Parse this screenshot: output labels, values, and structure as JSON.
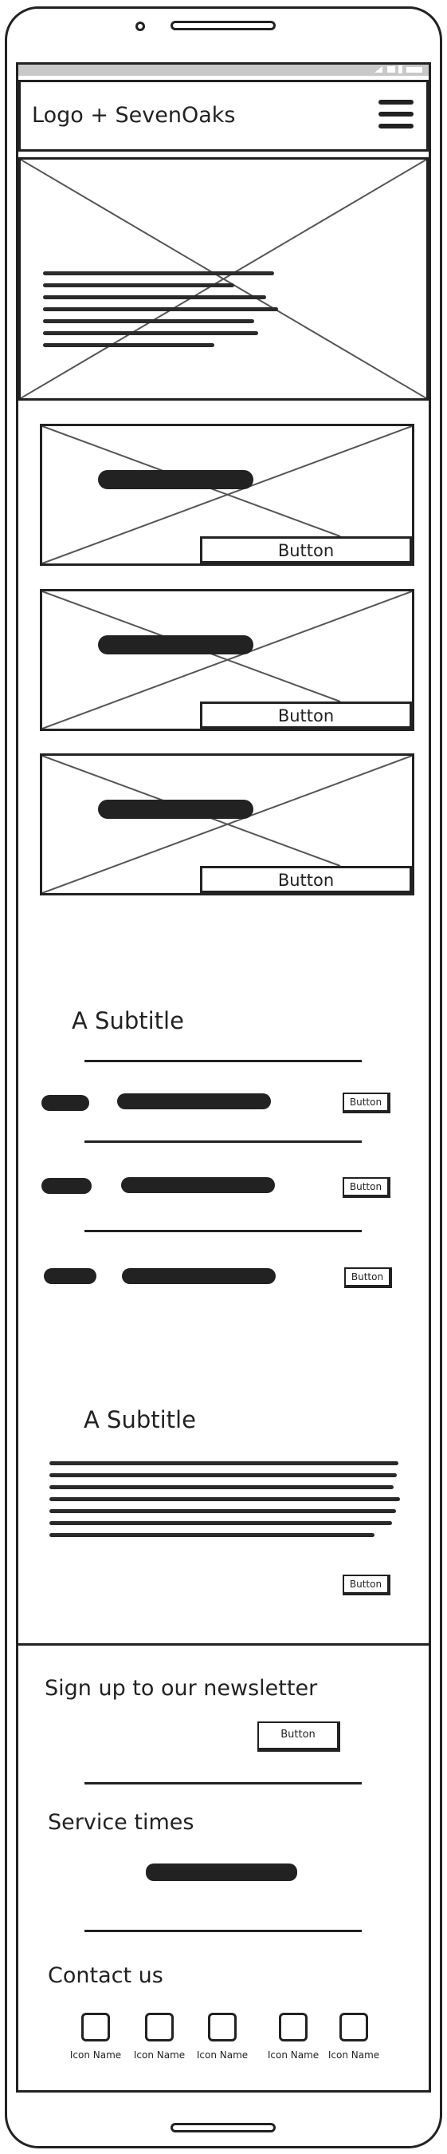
{
  "header": {
    "logo": "Logo + SevenOaks"
  },
  "cards": [
    {
      "button_label": "Button"
    },
    {
      "button_label": "Button"
    },
    {
      "button_label": "Button"
    }
  ],
  "section1": {
    "subtitle": "A Subtitle",
    "rows": [
      {
        "button_label": "Button"
      },
      {
        "button_label": "Button"
      },
      {
        "button_label": "Button"
      }
    ]
  },
  "section2": {
    "subtitle": "A Subtitle",
    "button_label": "Button"
  },
  "footer": {
    "newsletter_title": "Sign up to our newsletter",
    "newsletter_button": "Button",
    "service_title": "Service times",
    "contact_title": "Contact us",
    "icons": [
      {
        "label": "Icon Name"
      },
      {
        "label": "Icon Name"
      },
      {
        "label": "Icon Name"
      },
      {
        "label": "Icon Name"
      },
      {
        "label": "Icon Name"
      }
    ]
  }
}
